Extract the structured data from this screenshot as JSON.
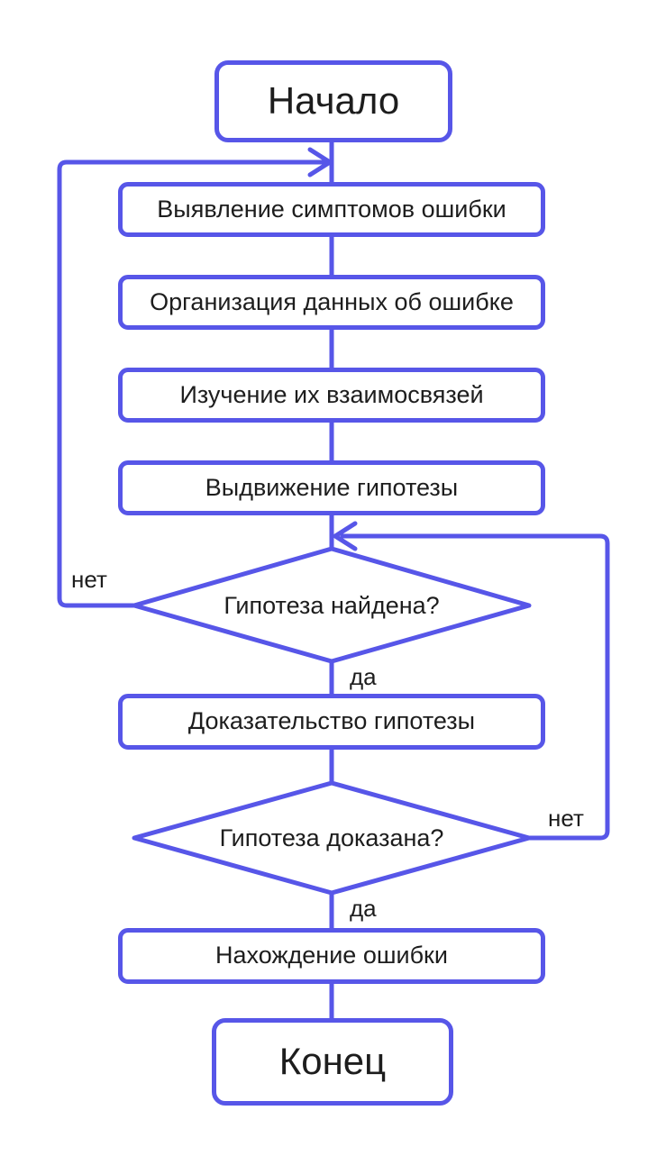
{
  "diagram": {
    "type": "flowchart",
    "language": "ru",
    "colors": {
      "stroke": "#5756e8",
      "text": "#1d1d1d",
      "background": "#ffffff"
    },
    "nodes": {
      "start": {
        "type": "terminator",
        "label": "Начало"
      },
      "step1": {
        "type": "process",
        "label": "Выявление симптомов ошибки"
      },
      "step2": {
        "type": "process",
        "label": "Организация данных об ошибке"
      },
      "step3": {
        "type": "process",
        "label": "Изучение их взаимосвязей"
      },
      "step4": {
        "type": "process",
        "label": "Выдвижение гипотезы"
      },
      "decision1": {
        "type": "decision",
        "label": "Гипотеза найдена?"
      },
      "step5": {
        "type": "process",
        "label": "Доказательство гипотезы"
      },
      "decision2": {
        "type": "decision",
        "label": "Гипотеза доказана?"
      },
      "step6": {
        "type": "process",
        "label": "Нахождение ошибки"
      },
      "end": {
        "type": "terminator",
        "label": "Конец"
      }
    },
    "edge_labels": {
      "decision1_no": "нет",
      "decision1_yes": "да",
      "decision2_no": "нет",
      "decision2_yes": "да"
    }
  }
}
